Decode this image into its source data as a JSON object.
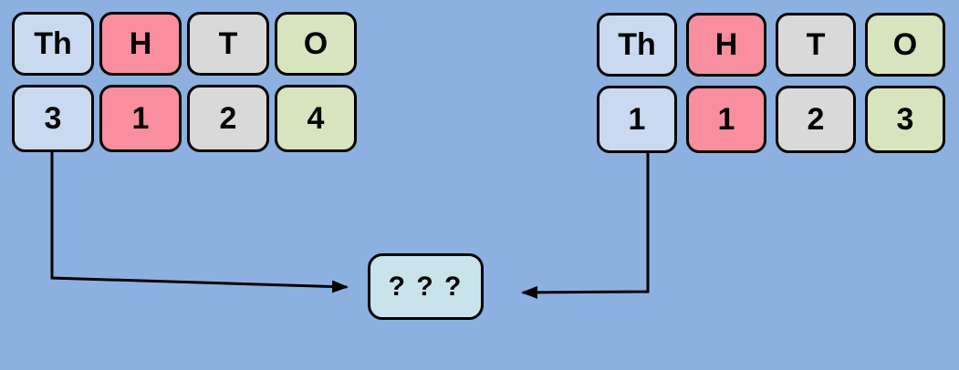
{
  "palette": {
    "background": "#8CB1E0",
    "thousands": "#C9DAF0",
    "hundreds": "#F98E9F",
    "tens": "#D9D9D9",
    "ones": "#D7E4BD",
    "mystery": "#C9E3EA",
    "line": "#000000"
  },
  "left_table": {
    "headers": [
      "Th",
      "H",
      "T",
      "O"
    ],
    "values": [
      "3",
      "1",
      "2",
      "4"
    ]
  },
  "right_table": {
    "headers": [
      "Th",
      "H",
      "T",
      "O"
    ],
    "values": [
      "1",
      "1",
      "2",
      "3"
    ]
  },
  "mystery_box": {
    "label": "? ? ?"
  }
}
